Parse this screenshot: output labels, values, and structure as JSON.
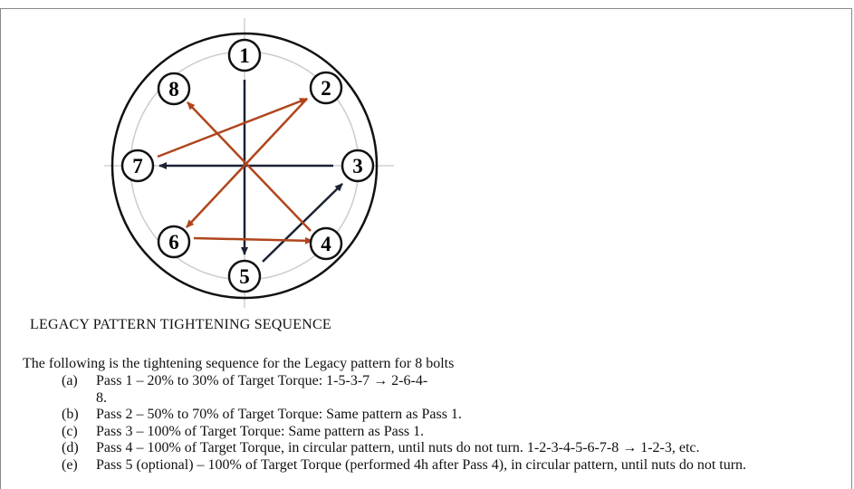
{
  "colors": {
    "dark_arrow": "#1b2233",
    "orange_arrow": "#b0451c",
    "outer_circle": "#111111",
    "inner_circle": "#cccccc"
  },
  "bolts": [
    "1",
    "2",
    "3",
    "4",
    "5",
    "6",
    "7",
    "8"
  ],
  "caption": "LEGACY PATTERN TIGHTENING SEQUENCE",
  "intro": "The following is the tightening sequence for the Legacy pattern for 8 bolts",
  "steps": [
    {
      "label": "(a)",
      "text": "Pass 1 – 20% to 30% of Target Torque: 1-5-3-7 →  2-6-4-",
      "continuation": "8."
    },
    {
      "label": "(b)",
      "text": "Pass 2 – 50% to 70% of Target Torque: Same pattern as  Pass 1."
    },
    {
      "label": "(c)",
      "text": "Pass 3 – 100% of Target Torque: Same pattern as Pass 1."
    },
    {
      "label": "(d)",
      "text": "Pass 4 – 100% of Target Torque, in circular pattern, until nuts do not turn. 1-2-3-4-5-6-7-8 → 1-2-3, etc."
    },
    {
      "label": "(e)",
      "text": "Pass 5 (optional) – 100% of Target Torque (performed 4h after Pass 4), in circular pattern, until nuts do not turn."
    }
  ]
}
